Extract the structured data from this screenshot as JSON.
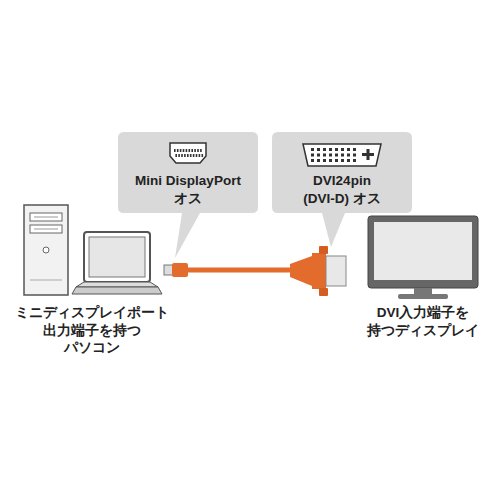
{
  "diagram": {
    "nodes": [
      {
        "text": [
          "Mini DisplayPort オス"
        ]
      },
      {
        "text": [
          "DVI24pin (DVI-D) オス"
        ]
      }
    ],
    "labels": [
      "ミニディスプレイポート 出力端子を持つ パソコン",
      "DVI入力端子を 持つディスプレイ"
    ]
  }
}
